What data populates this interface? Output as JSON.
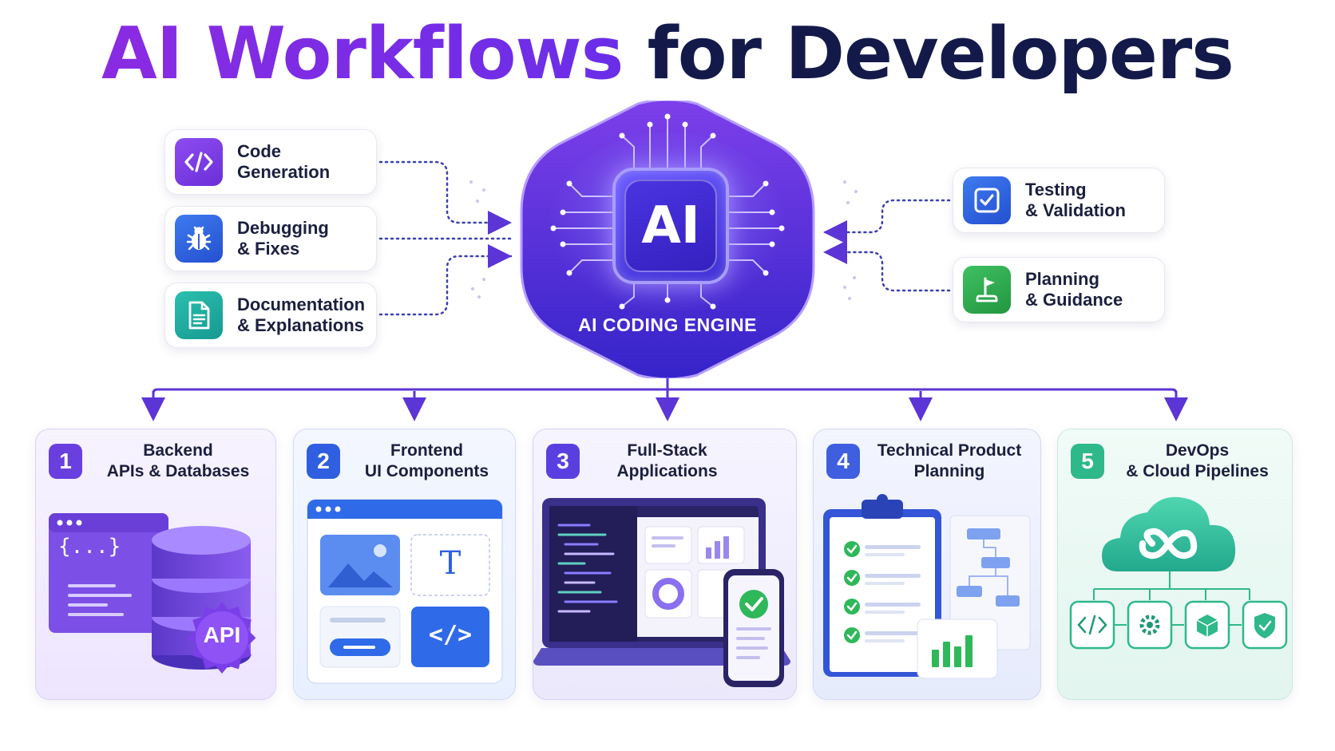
{
  "title": {
    "part1": "AI Workflows",
    "part2": "for Developers"
  },
  "engine": {
    "chip_text": "AI",
    "label": "AI CODING ENGINE"
  },
  "inputs_left": [
    {
      "line1": "Code",
      "line2": "Generation",
      "icon": "code-icon",
      "color": "#7b3fe0"
    },
    {
      "line1": "Debugging",
      "line2": "& Fixes",
      "icon": "bug-icon",
      "color": "#2f5fe0"
    },
    {
      "line1": "Documentation",
      "line2": "& Explanations",
      "icon": "document-icon",
      "color": "#1fa8a0"
    }
  ],
  "inputs_right": [
    {
      "line1": "Testing",
      "line2": "& Validation",
      "icon": "checkbox-icon",
      "color": "#2f5fe0"
    },
    {
      "line1": "Planning",
      "line2": "& Guidance",
      "icon": "flag-icon",
      "color": "#2ea84f"
    }
  ],
  "outputs": [
    {
      "number": "1",
      "line1": "Backend",
      "line2": "APIs & Databases",
      "color": "#6a3fe0",
      "art_text": "{...}",
      "badge": "API"
    },
    {
      "number": "2",
      "line1": "Frontend",
      "line2": "UI Components",
      "color": "#2f5fe0",
      "art_text": "T",
      "badge": "</>"
    },
    {
      "number": "3",
      "line1": "Full-Stack",
      "line2": "Applications",
      "color": "#5a3fe0"
    },
    {
      "number": "4",
      "line1": "Technical Product",
      "line2": "Planning",
      "color": "#3f5fe0"
    },
    {
      "number": "5",
      "line1": "DevOps",
      "line2": "& Cloud Pipelines",
      "color": "#2fb88a"
    }
  ]
}
